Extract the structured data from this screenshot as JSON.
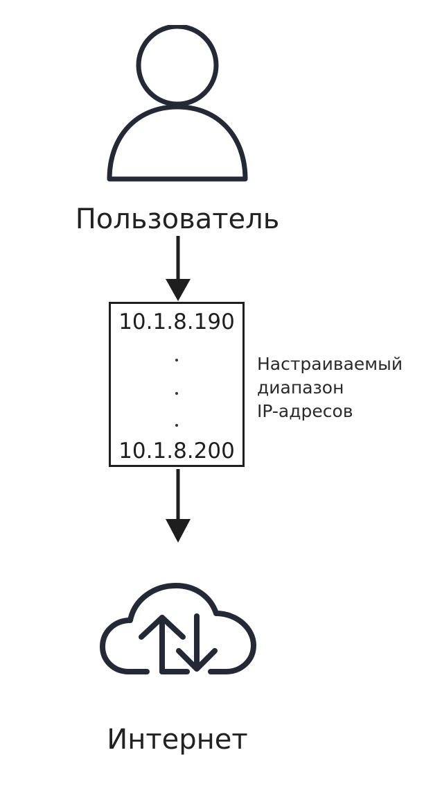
{
  "user": {
    "icon": "user-icon",
    "label": "Пользователь"
  },
  "ip_range": {
    "first": "10.1.8.190",
    "last": "10.1.8.200",
    "caption_lines": [
      "Настраиваемый",
      "диапазон",
      "IP-адресов"
    ]
  },
  "internet": {
    "icon": "cloud-upload-download-icon",
    "label": "Интернет"
  },
  "colors": {
    "stroke": "#232a36",
    "text": "#222222",
    "background": "#ffffff"
  }
}
